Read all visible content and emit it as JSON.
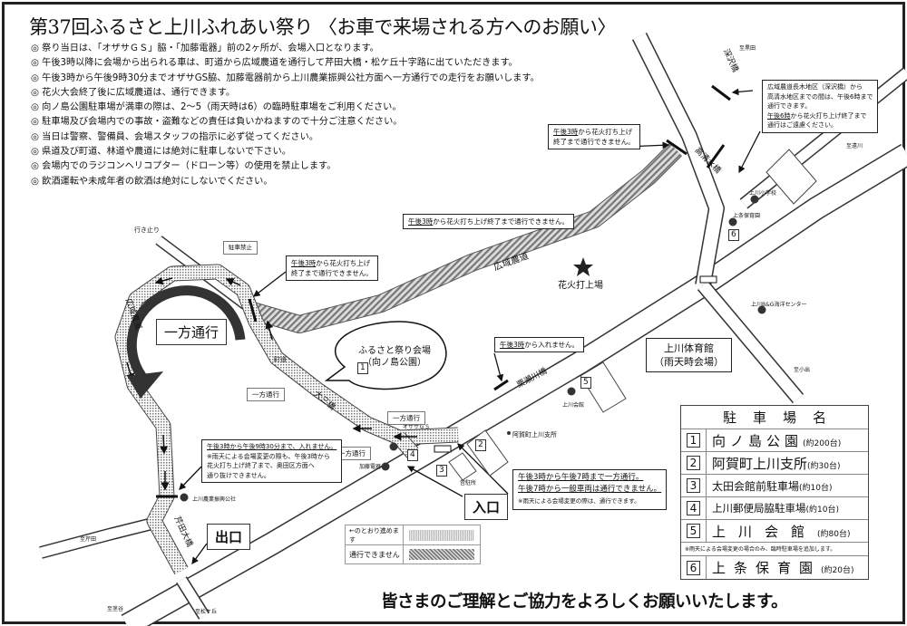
{
  "title": "第37回ふるさと上川ふれあい祭り 〈お車で来場される方へのお願い〉",
  "notes": [
    "祭り当日は、「オザサＧＳ」脇・「加藤電器」前の2ヶ所が、会場入口となります。",
    "午後3時以降に会場から出られる車は、町道から広域農道を通行して芹田大橋・松ケ丘十字路に出ていただきます。",
    "午後3時から午後9時30分までオザサGS脇、加藤電器前から上川農業振興公社方面へ一方通行での走行をお願いします。",
    "花火大会終了後に広域農道は、通行できます。",
    "向ノ島公園駐車場が満車の際は、2～5（雨天時は6）の臨時駐車場をご利用ください。",
    "駐車場及び会場内での事故・盗難などの責任は負いかねますので十分ご注意ください。",
    "当日は警察、警備員、会場スタッフの指示に必ず従ってください。",
    "県道及び町道、林道や農道には絶対に駐車しないで下さい。",
    "会場内でのラジコンヘリコプター（ドローン等）の使用を禁止します。",
    "飲酒運転や未成年者の飲酒は絶対にしないでください。"
  ],
  "map": {
    "places": {
      "ikidomari": "行き止り",
      "chushakinshi": "駐車禁止",
      "chodo": "町道",
      "kouiki_nodo": "広域農道",
      "kouiki_nodo2": "広域農道",
      "fireworks": "花火打上場",
      "venue_line1": "ふるさと祭り会場",
      "venue_line2": "（向ノ島公園）",
      "ozasa": "オザサＧＳ",
      "kato": "加藤電器",
      "nogyo": "上川農業振興公社",
      "shisho": "阿賀町上川支所",
      "kaikan": "上川会館",
      "eki": "営駐所",
      "school": "上川小学校",
      "hoikuen": "上条保育園",
      "center": "上川B&G海洋センター",
      "gym_line1": "上川体育館",
      "gym_line2": "（雨天時会場）",
      "serita_bridge": "芹田大橋",
      "oohashi": "大三橋",
      "kurosegawa": "栗瀬川橋",
      "fukasawa": "深沢橋",
      "takashimizu": "高清水橋",
      "to_serita": "至芹田",
      "to_kanaya": "至茎谷",
      "to_matsugaoka": "至松ケ丘",
      "to_sakaiguchi": "至黒田",
      "to_kotaki": "至遠川",
      "to_omote": "至小出"
    },
    "oneway_big": "一方通行",
    "oneway_small": [
      "一方通行",
      "一方通行",
      "一方通行"
    ],
    "entrance": "入口",
    "exit": "出口",
    "callouts": {
      "hirokoi_top": {
        "u": "午後3時",
        "t": "から花火打ち上げ終了まで通行できません。"
      },
      "left": {
        "l1u": "午後3時",
        "l1": "から花火打ち上げ",
        "l2": "終了まで通行できません。"
      },
      "right_top": {
        "l1": "広域農道長木地区（深沢橋）から",
        "l2": "高清水地区までの間は、午後6時まで",
        "l3": "通行できます。",
        "l4u": "午後6時",
        "l4": "から花火打ち上げ終了まで",
        "l5": "通行はご遠慮ください。"
      },
      "mid": {
        "l1u": "午後3時",
        "l1": "から花火打ち上げ",
        "l2": "終了まで通行できません。"
      },
      "bridge": {
        "u": "午後3時",
        "t": "から入れません。"
      },
      "entry": {
        "l1": "午後3時から午後7時まで一方通行。",
        "l2": "午後7時から一般車両は通行できません。",
        "l3": "※雨天による会場変更の際は、通行できます。"
      },
      "exit_note": {
        "l1": "午後3時から午後9時30分まで、入れません。",
        "l2": "※雨天による会場変更の際も、午後3時から",
        "l3": "花火打ち上げ終了まで、奥田区方面へ",
        "l4": "通り抜けできません。"
      }
    },
    "lot_numbers": [
      "1",
      "2",
      "3",
      "4",
      "5",
      "6"
    ]
  },
  "legend": {
    "oneway": "←のとおり進めます",
    "closed": "通行できません"
  },
  "parking": {
    "header": "駐車場名",
    "lots": [
      {
        "num": "1",
        "name": "向ノ島公園",
        "cap": "(約200台)"
      },
      {
        "num": "2",
        "name": "阿賀町上川支所",
        "cap": "(約30台)"
      },
      {
        "num": "3",
        "name": "太田会館前駐車場",
        "cap": "(約10台)"
      },
      {
        "num": "4",
        "name": "上川郵便局脇駐車場",
        "cap": "(約10台)"
      },
      {
        "num": "5",
        "name": "上川会館",
        "cap": "(約80台)"
      }
    ],
    "note": "※雨天による会場変更の場合のみ、臨時駐車場を追加します。",
    "rain_lot": {
      "num": "6",
      "name": "上条保育園",
      "cap": "(約20台)"
    }
  },
  "closing": "皆さまのご理解とご協力をよろしくお願いいたします。"
}
